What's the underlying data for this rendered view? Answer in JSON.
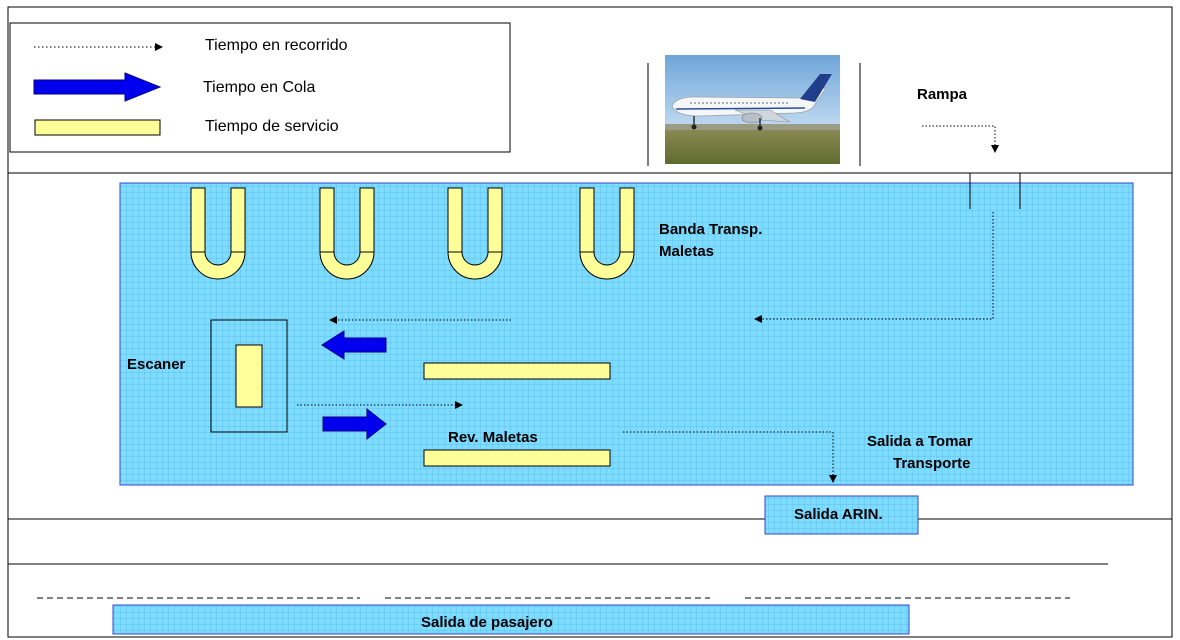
{
  "legend": {
    "items": [
      {
        "label": "Tiempo en recorrido",
        "icon": "dotted-arrow-icon"
      },
      {
        "label": "Tiempo en Cola",
        "icon": "blue-arrow-icon"
      },
      {
        "label": "Tiempo de servicio",
        "icon": "yellow-bar-icon"
      }
    ]
  },
  "labels": {
    "rampa": "Rampa",
    "banda_line1": "Banda Transp.",
    "banda_line2": "Maletas",
    "escaner": "Escaner",
    "rev_maletas": "Rev. Maletas",
    "salida_tomar_line1": "Salida a Tomar",
    "salida_tomar_line2": "Transporte",
    "salida_arin": "Salida ARIN.",
    "salida_pasajero": "Salida de pasajero"
  },
  "colors": {
    "hall_fill": "#7fdcff",
    "grid_line": "#5cc3ef",
    "hall_border": "#3344cc",
    "service_fill": "#ffff99",
    "queue_arrow": "#0000ee",
    "arrow_outline": "#000080"
  },
  "photo": {
    "icon": "airplane-photo-icon"
  }
}
